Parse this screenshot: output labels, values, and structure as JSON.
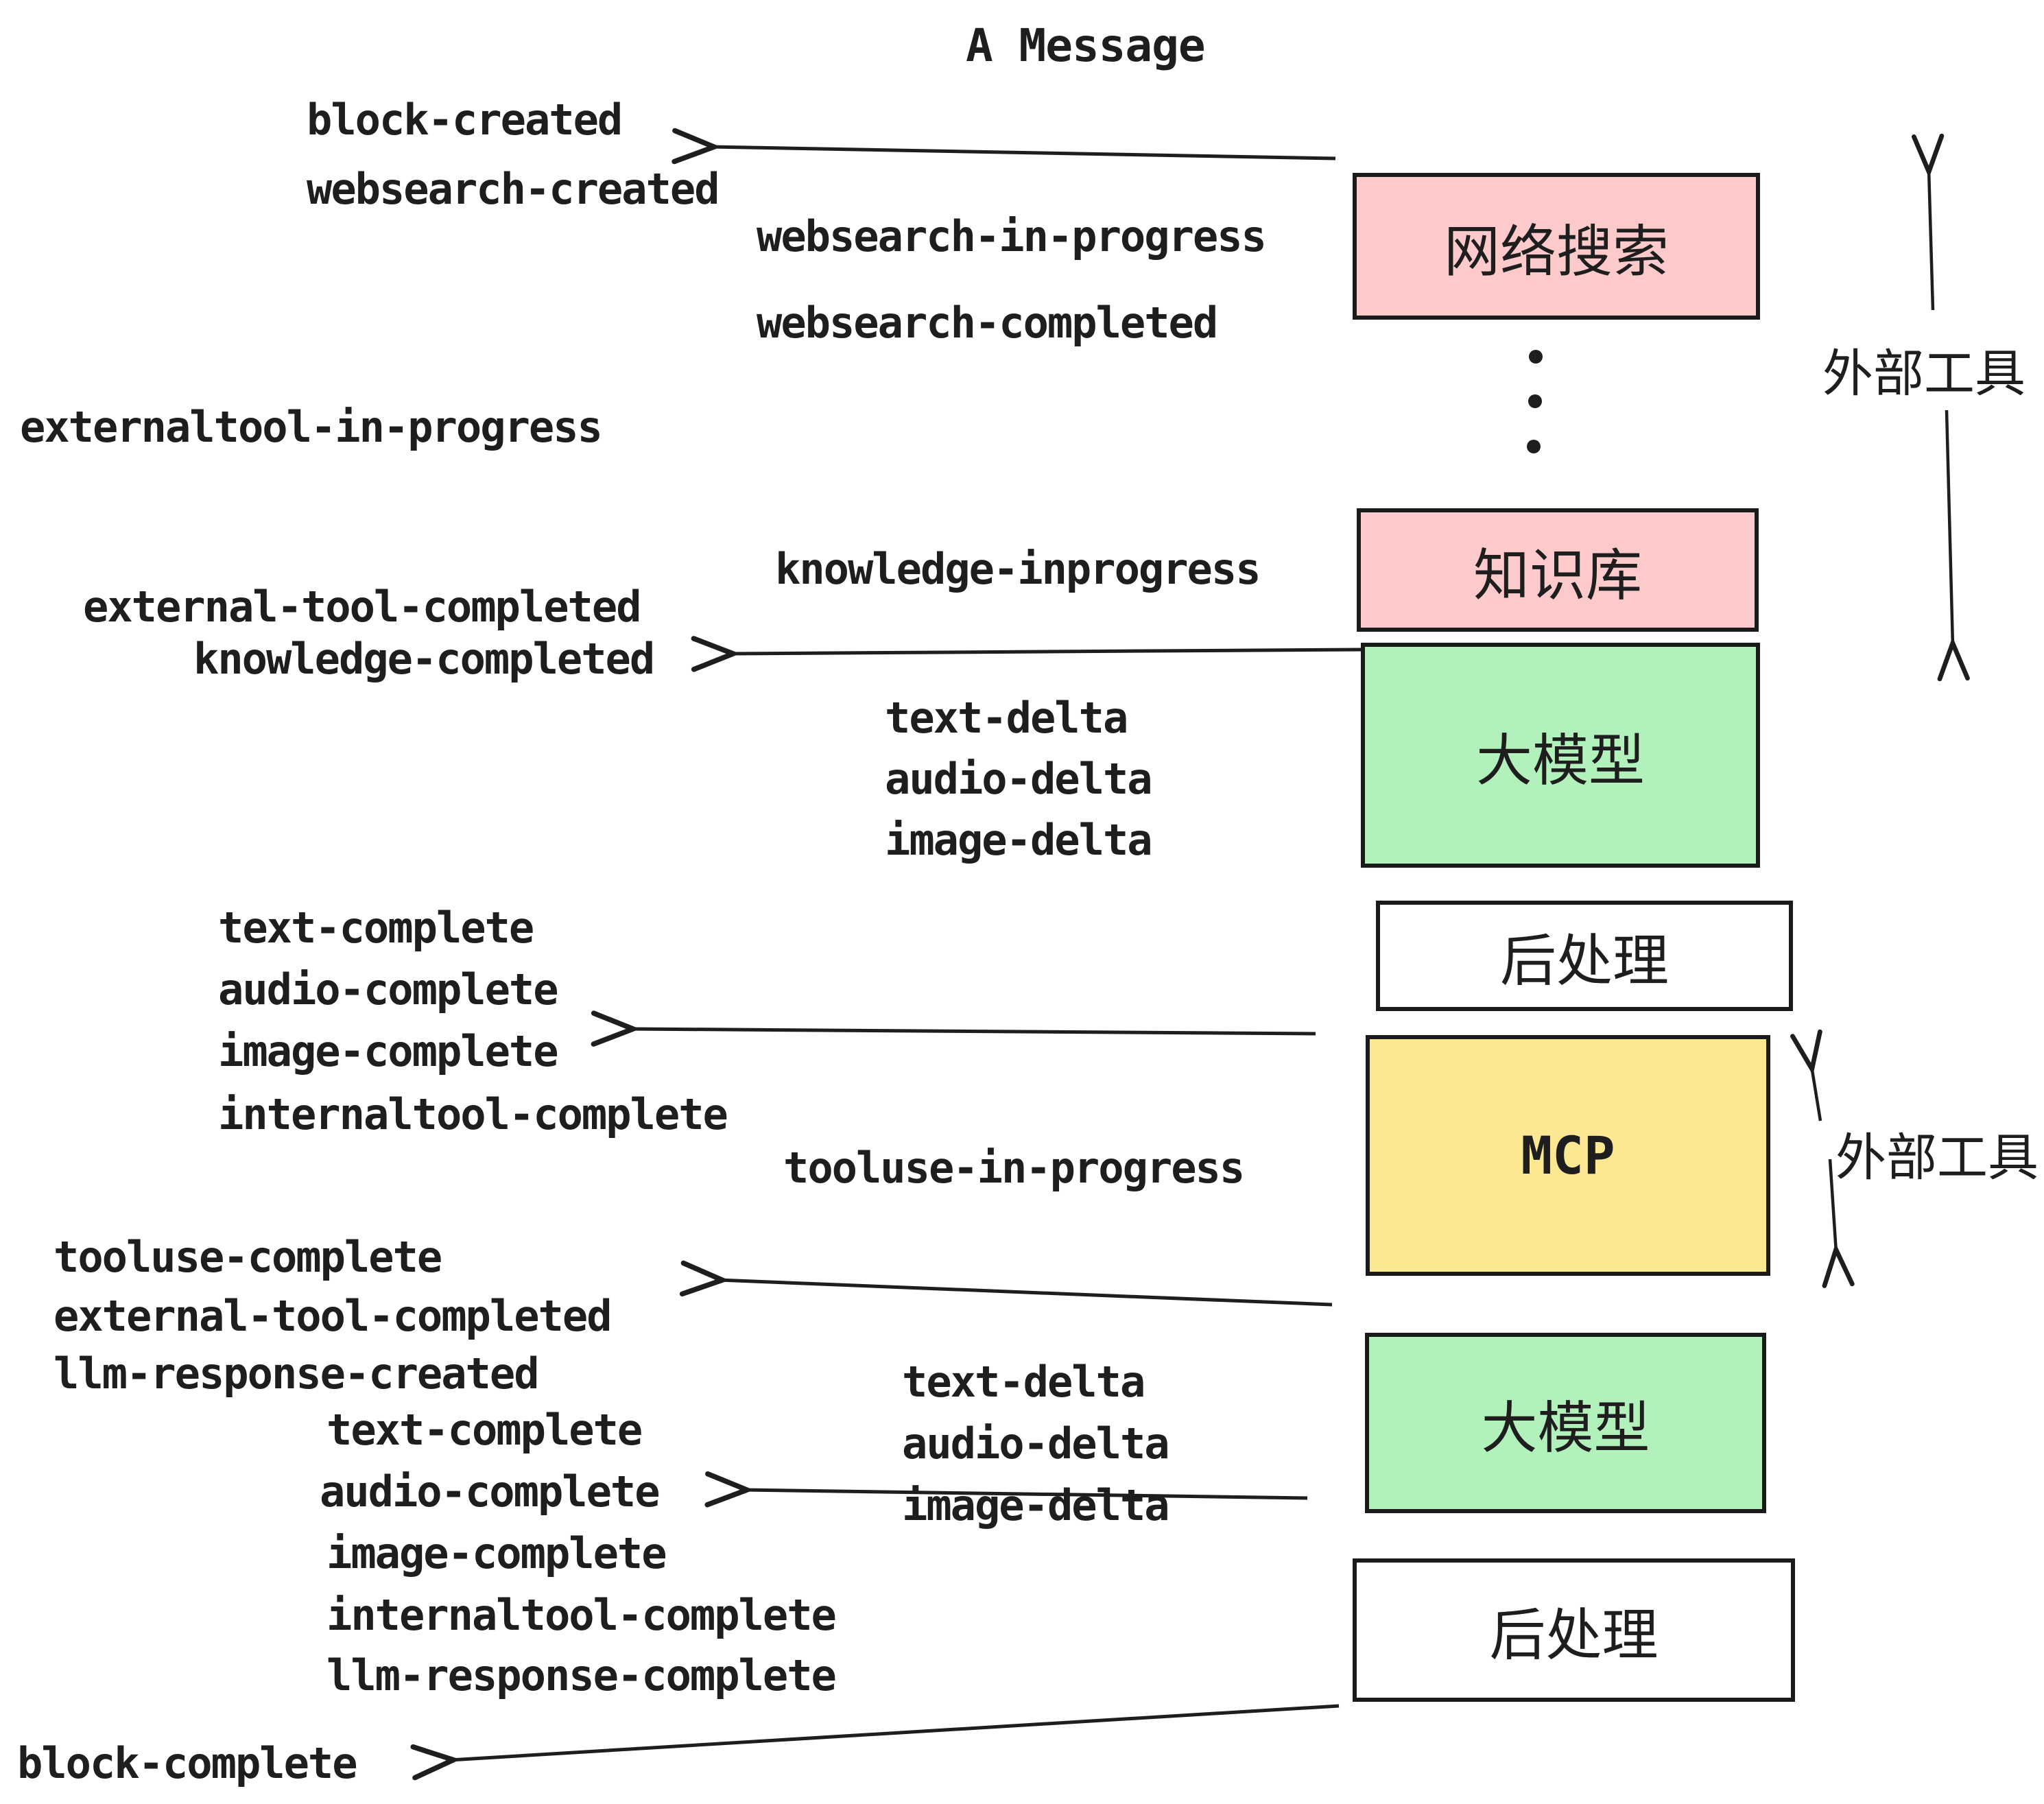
{
  "title": "A Message",
  "labels": {
    "block_created": "block-created",
    "websearch_created": "websearch-created",
    "websearch_in_progress": "websearch-in-progress",
    "websearch_completed": "websearch-completed",
    "externaltool_in_progress": "externaltool-in-progress",
    "knowledge_inprogress": "knowledge-inprogress",
    "external_tool_completed": "external-tool-completed",
    "knowledge_completed": "knowledge-completed",
    "text_delta": "text-delta",
    "audio_delta": "audio-delta",
    "image_delta": "image-delta",
    "text_complete": "text-complete",
    "audio_complete": "audio-complete",
    "image_complete": "image-complete",
    "internaltool_complete": "internaltool-complete",
    "tooluse_in_progress": "tooluse-in-progress",
    "tooluse_complete": "tooluse-complete",
    "external_tool_completed_2": "external-tool-completed",
    "llm_response_created": "llm-response-created",
    "text_complete_2": "text-complete",
    "audio_complete_2": "audio-complete",
    "image_complete_2": "image-complete",
    "internaltool_complete_2": "internaltool-complete",
    "llm_response_complete": "llm-response-complete",
    "block_complete": "block-complete",
    "text_delta_2": "text-delta",
    "audio_delta_2": "audio-delta",
    "image_delta_2": "image-delta"
  },
  "boxes": {
    "websearch": "网络搜索",
    "knowledge": "知识库",
    "llm_1": "大模型",
    "post_1": "后处理",
    "mcp": "MCP",
    "llm_2": "大模型",
    "post_2": "后处理"
  },
  "annotations": {
    "external_tools_1": "外部工具",
    "external_tools_2": "外部工具"
  },
  "icons": {
    "ellipsis": "vertical-ellipsis-dots",
    "arrows": "left-pointing-open-arrowheads"
  },
  "colors": {
    "pink": "#fccaca",
    "green": "#b2f0bc",
    "yellow": "#fce893",
    "white": "#ffffff",
    "ink": "#1e1e1e",
    "bg": "#ffffff"
  }
}
